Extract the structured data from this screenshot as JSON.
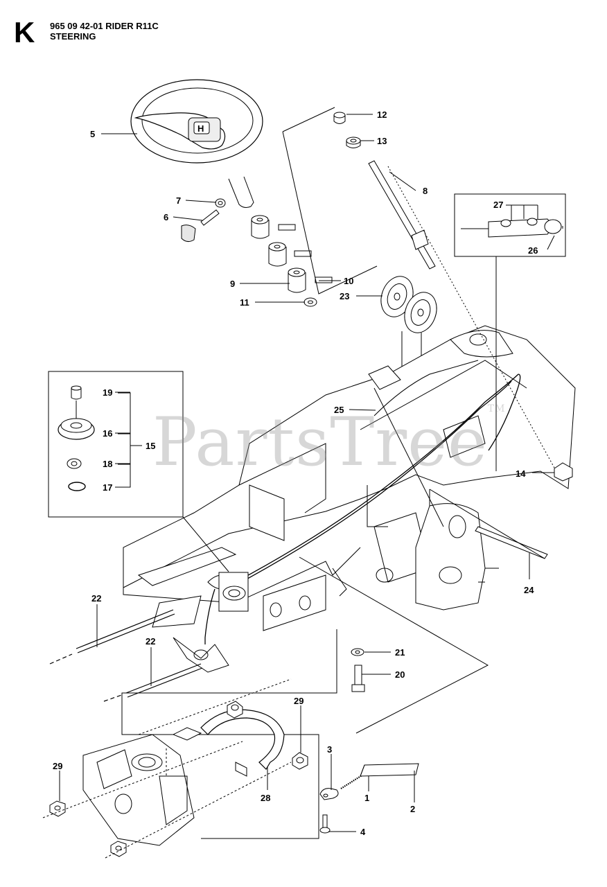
{
  "header": {
    "section_letter": "K",
    "part_number_line": "965 09 42-01 RIDER R11C",
    "subtitle": "STEERING"
  },
  "watermark": {
    "text": "PartsTree",
    "tm": "TM"
  },
  "callouts": {
    "c1": "1",
    "c2": "2",
    "c3": "3",
    "c4": "4",
    "c5": "5",
    "c6": "6",
    "c7": "7",
    "c8": "8",
    "c9": "9",
    "c10": "10",
    "c11": "11",
    "c12": "12",
    "c13": "13",
    "c14": "14",
    "c15": "15",
    "c16": "16",
    "c17": "17",
    "c18": "18",
    "c19": "19",
    "c20": "20",
    "c21": "21",
    "c22a": "22",
    "c22b": "22",
    "c23": "23",
    "c24": "24",
    "c25": "25",
    "c26": "26",
    "c27": "27",
    "c28": "28",
    "c29a": "29",
    "c29b": "29"
  },
  "colors": {
    "line": "#000000",
    "part_fill": "#ffffff",
    "shade": "#d0d0d0",
    "watermark": "#8c8c8c"
  }
}
